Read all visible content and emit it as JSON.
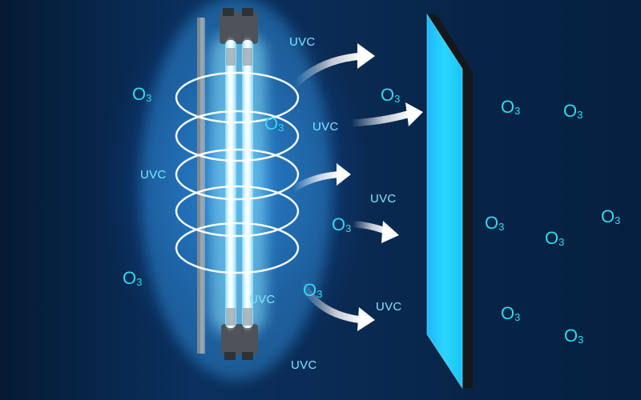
{
  "scene": {
    "uvc_label": "UVC",
    "ozone_main": "O",
    "ozone_sub": "3"
  },
  "colors": {
    "glow": "#5fd8ff",
    "panel_face": "#22d2ff",
    "panel_edge": "#1a1f24",
    "uvc_text": "#79e7ff",
    "ozone_text": "#2cdcf0"
  }
}
